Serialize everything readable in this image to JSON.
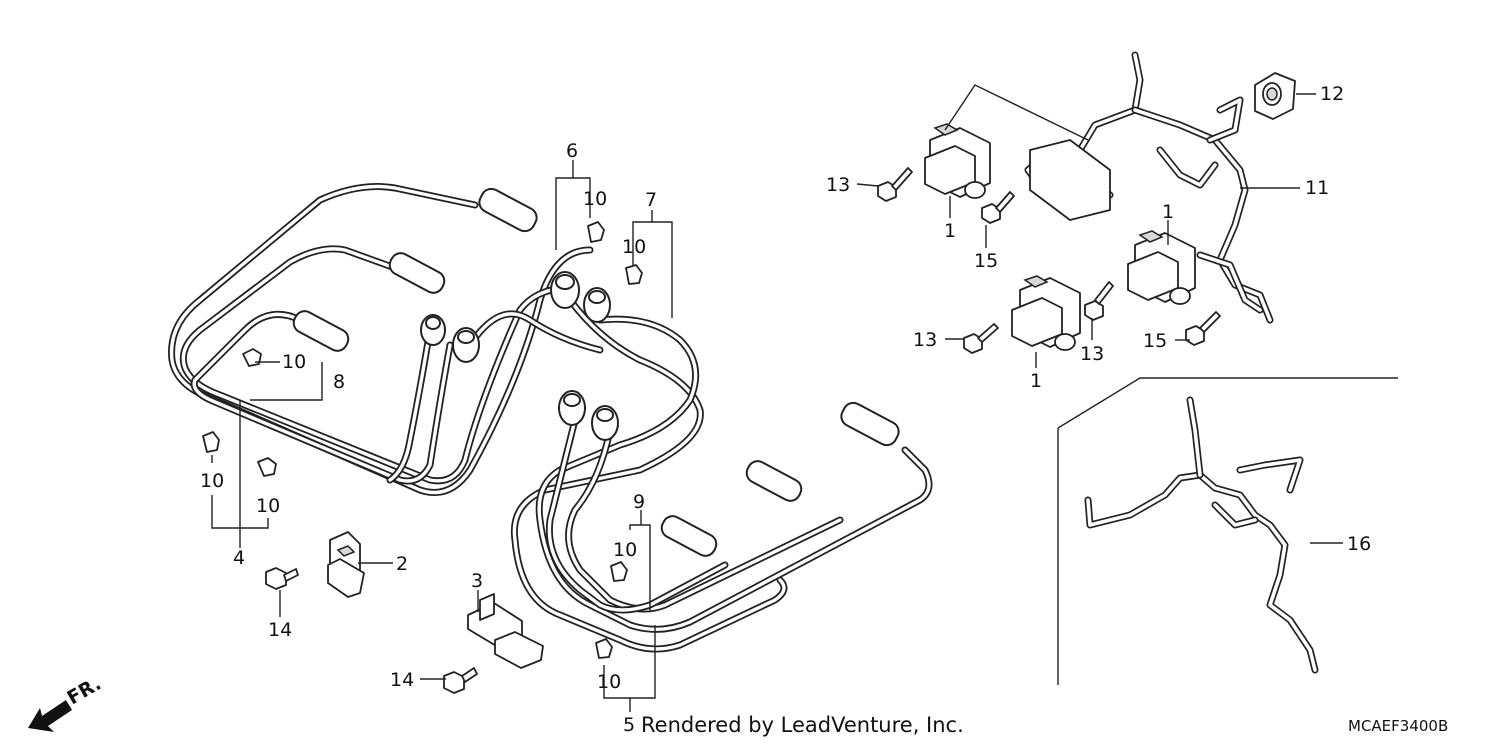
{
  "diagram": {
    "callouts": {
      "c1a": "1",
      "c1b": "1",
      "c1c": "1",
      "c2": "2",
      "c3": "3",
      "c4": "4",
      "c5": "5",
      "c6": "6",
      "c7": "7",
      "c8": "8",
      "c9": "9",
      "c10a": "10",
      "c10b": "10",
      "c10c": "10",
      "c10d": "10",
      "c10e": "10",
      "c10f": "10",
      "c10g": "10",
      "c11": "11",
      "c12": "12",
      "c13a": "13",
      "c13b": "13",
      "c13c": "13",
      "c14a": "14",
      "c14b": "14",
      "c15a": "15",
      "c15b": "15",
      "c16": "16"
    },
    "front_label": "FR.",
    "footer": "Rendered by LeadVenture, Inc.",
    "diagram_code": "MCAEF3400B"
  }
}
